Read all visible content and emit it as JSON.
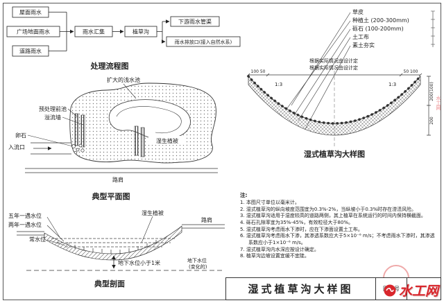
{
  "flow_chart": {
    "caption": "处理流程图",
    "sources": [
      "屋面雨水",
      "广场地面雨水",
      "道路雨水"
    ],
    "collect": "雨水汇集",
    "swale": "植草沟",
    "out_top": "下游雨水管渠",
    "out_bottom": "雨水排放口(接入自然水系)"
  },
  "plan": {
    "caption": "典型平面图",
    "expanded_pool": "扩大的浅水池",
    "forebay": "预处理前池",
    "overflow_weir": "溢流墙",
    "cobble": "卵石",
    "inlet": "入流口",
    "wet_vegetation": "湿生植被",
    "shoulder": "路肩"
  },
  "section": {
    "caption": "典型剖面",
    "five_year_level": "五年一遇水位",
    "two_year_level": "两年一遇水位",
    "normal_level": "常水位",
    "level_mark": "▽",
    "wet_vegetation": "湿生植被",
    "shoulder": "路肩",
    "gw_line1": "地下水位",
    "gw_line2": "(变化的)",
    "gw_depth": "地下水位小于1米"
  },
  "detail": {
    "caption": "湿式植草沟大样图",
    "materials": [
      "草皮",
      "种植土 (200-300mm)",
      "砾石 (100-200mm)",
      "土工布",
      "素土夯实"
    ],
    "design_note1": "根据实际情况由设计定",
    "design_note2": "根据实际情况由设计定",
    "dim_left": "100  50",
    "dim_right": "50  100",
    "slope_left": "1:3",
    "slope_right": "1:3",
    "dim_v1": "200(100)",
    "dim_v2": "200"
  },
  "notes": {
    "title": "注:",
    "items": [
      "1. 本图尺寸单位以毫米计。",
      "2. 湿式植草沟的纵向坡度范围宜为0.3%-2%，当纵坡小于0.3%时存在涝渍风险。",
      "3. 湿式植草沟适用于湿度较高的道路两侧，其上植草在系统运行的时间内保持横截面。",
      "4. 砾石孔隙率宜为35%-45%，有效粒径大于80%。",
      "5. 湿式植草沟考虑雨水下渗时，应在下渗面设置土工布。",
      "6. 湿式植草沟考虑雨水下渗，其渗透系数应大于5×10⁻⁶ m/s；不考虑雨水下渗时，其渗透系数应小于1×10⁻⁶ m/s。",
      "7. 湿式植草沟内水深应按设计确定。",
      "8. 植草沟边坡设置宜缓不宜陡。"
    ]
  },
  "title_block": {
    "title": "湿式植草沟大样图",
    "atlas_label": "图集号"
  },
  "watermark": {
    "brand": "水工网",
    "side_brand": "水工网"
  }
}
